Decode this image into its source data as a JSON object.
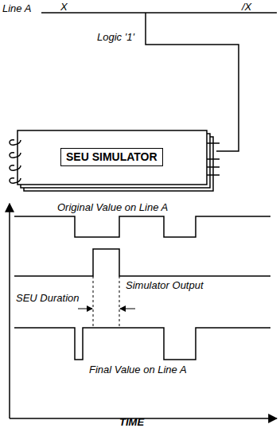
{
  "diagram": {
    "nodes": [
      {
        "text": [
          "SEU SIMULATOR"
        ]
      }
    ],
    "labels": [
      "Line A",
      "X",
      "/X",
      "Logic '1'",
      "Original Value on Line A",
      "Simulator Output",
      "SEU Duration",
      "Final Value on Line A",
      "TIME"
    ]
  }
}
